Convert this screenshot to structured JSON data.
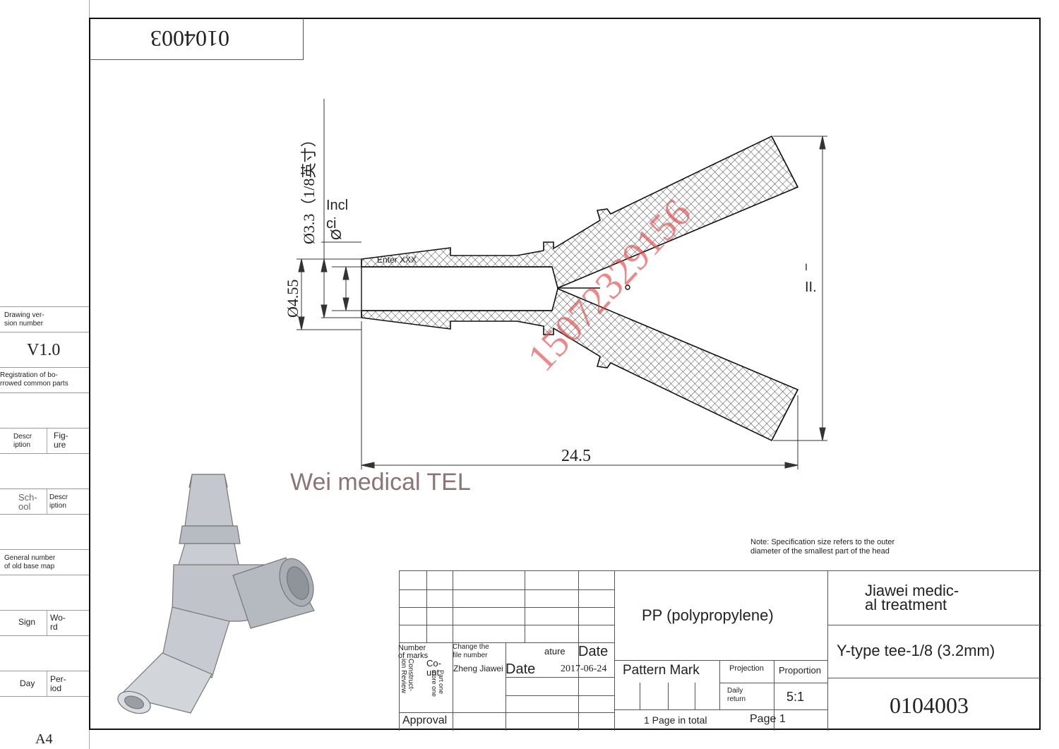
{
  "top_code": "0104003",
  "version_box": {
    "label": "Drawing ver-\nsion number",
    "value": "V1.0"
  },
  "sidebar": {
    "borrowed": "Registration of bo-\nrrowed common parts",
    "descr": "Descr\niption",
    "figure": "Fig-\nure",
    "school": "Sch-\nool",
    "descr2": "Descr\niption",
    "old_base": "General number\nof old base map",
    "sign": "Sign",
    "word": "Wo-\nrd",
    "day": "Day",
    "period": "Per-\niod",
    "paper_size": "A4"
  },
  "dimensions": {
    "d33": "Ø3.3（1/8英寸）",
    "incl": "Incl",
    "ci": "ci",
    "phi": "Ø",
    "d455": "Ø4.55",
    "enter": "Enter XXX",
    "width": "24.5",
    "height_i": "I",
    "height_ii": "II."
  },
  "watermarks": {
    "phone": "15072329156",
    "tel": "Wei medical TEL"
  },
  "note": "Note: Specification size refers to the outer\ndiameter of the smallest part of the head",
  "title_block": {
    "material": "PP (polypropylene)",
    "company": "Jiawei medic-\nal treatment",
    "part_name": "Y-type tee-1/8 (3.2mm)",
    "part_number": "0104003",
    "pattern_mark": "Pattern Mark",
    "projection": "Projection",
    "proportion": "Proportion",
    "daily_return": "Daily\nreturn",
    "scale": "5:1",
    "pages_total": "1 Page in total",
    "page": "Page 1",
    "number_of_marks": "Number\nof marks",
    "change_file": "Change the\nfile number",
    "signature": "ature",
    "date_label": "Date",
    "construction_review": "Construct-\nion Review",
    "count": "Co-\nunt",
    "part_one": "Part one\nmore one",
    "designer": "Zheng Jiawei",
    "date_label2": "Date",
    "date_value": "2017-06-24",
    "approval": "Approval"
  }
}
